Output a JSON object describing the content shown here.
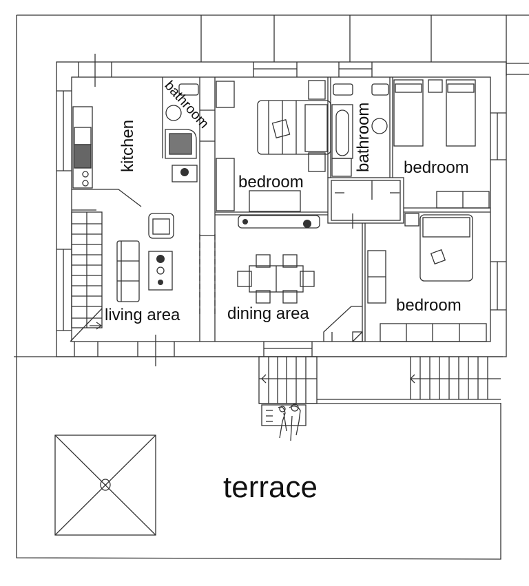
{
  "diagram": {
    "type": "floor plan",
    "rooms": [
      {
        "id": "kitchen",
        "label": "kitchen"
      },
      {
        "id": "bathroom-1",
        "label": "bathroom"
      },
      {
        "id": "bedroom-1",
        "label": "bedroom"
      },
      {
        "id": "bathroom-2",
        "label": "bathroom"
      },
      {
        "id": "bedroom-2",
        "label": "bedroom"
      },
      {
        "id": "living-area",
        "label": "living area"
      },
      {
        "id": "dining-area",
        "label": "dining area"
      },
      {
        "id": "bedroom-3",
        "label": "bedroom"
      },
      {
        "id": "terrace",
        "label": "terrace"
      }
    ],
    "colors": {
      "line": "#333333",
      "text": "#111111",
      "background": "#ffffff",
      "fill_dark": "#444444"
    }
  }
}
